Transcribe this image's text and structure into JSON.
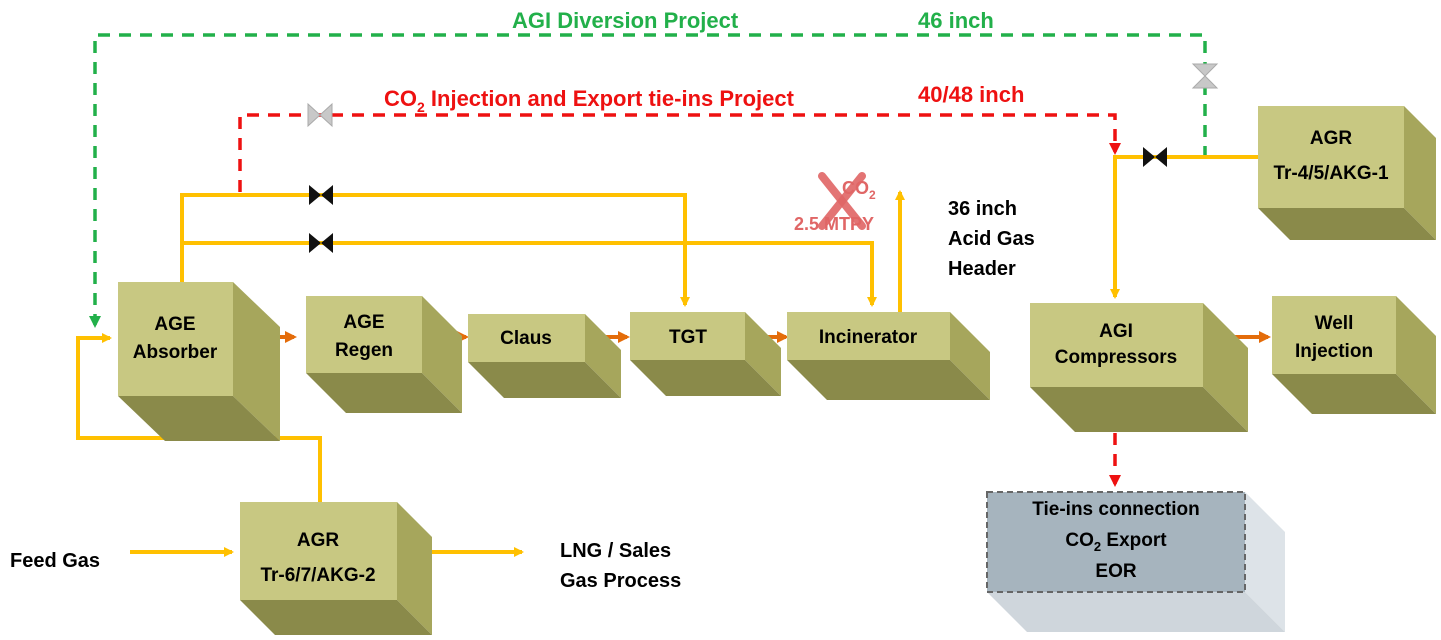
{
  "projects": {
    "agi_diversion": "AGI Diversion Project",
    "agi_diversion_size": "46 inch",
    "co2_injection_prefix": "CO",
    "co2_injection_sub": "2",
    "co2_injection_suffix": " Injection and Export tie-ins Project",
    "co2_injection_size": "40/48 inch"
  },
  "boxes": {
    "age_absorber": [
      "AGE",
      "Absorber"
    ],
    "age_regen": [
      "AGE",
      "Regen"
    ],
    "claus": [
      "Claus"
    ],
    "tgt": [
      "TGT"
    ],
    "incinerator": [
      "Incinerator"
    ],
    "agi_compressors": [
      "AGI",
      "Compressors"
    ],
    "well_injection": [
      "Well",
      "Injection"
    ],
    "agr_tr45": [
      "AGR",
      "Tr-4/5/AKG-1"
    ],
    "agr_tr67": [
      "AGR",
      "Tr-6/7/AKG-2"
    ]
  },
  "tiein": {
    "line1": "Tie-ins connection",
    "line2_prefix": "CO",
    "line2_sub": "2",
    "line2_suffix": " Export",
    "line3": "EOR"
  },
  "co2_emission": {
    "prefix": "CO",
    "sub": "2",
    "amount": "2.5 MTPY"
  },
  "header_label": [
    "36 inch",
    "Acid Gas",
    "Header"
  ],
  "feed_gas": "Feed Gas",
  "lng": [
    "LNG / Sales",
    "Gas Process"
  ],
  "colors": {
    "box_front": "#c8c882",
    "box_side": "#a6a65c",
    "box_bottom": "#8a8a4a",
    "pipe": "#ffc000",
    "flow_arrow": "#e46c0a",
    "green_dash": "#22b04a",
    "red_dash": "#ee1111",
    "tiein_front": "#a6b4be",
    "tiein_side": "#dde3e8"
  }
}
